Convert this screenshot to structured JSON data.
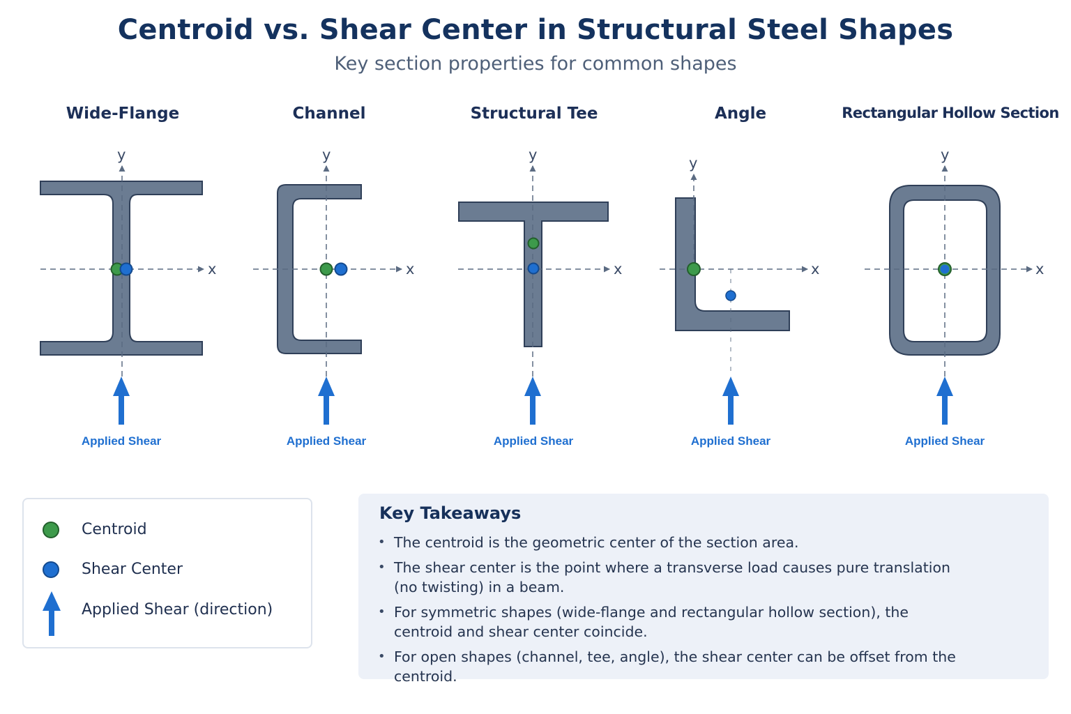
{
  "header": {
    "title": "Centroid vs. Shear Center in Structural Steel Shapes",
    "subtitle": "Key section properties for common shapes"
  },
  "axes": {
    "x_label": "x",
    "y_label": "y"
  },
  "shapes": [
    {
      "name": "Wide-Flange",
      "load_label": "Applied Shear"
    },
    {
      "name": "Channel",
      "load_label": "Applied Shear"
    },
    {
      "name": "Structural Tee",
      "load_label": "Applied Shear"
    },
    {
      "name": "Angle",
      "load_label": "Applied Shear"
    },
    {
      "name": "Rectangular Hollow Section",
      "load_label": "Applied Shear"
    }
  ],
  "legend": {
    "items": [
      {
        "label": "Centroid",
        "icon": "green-dot-icon"
      },
      {
        "label": "Shear Center",
        "icon": "blue-dot-icon"
      },
      {
        "label": "Applied Shear (direction)",
        "icon": "up-arrow-icon"
      }
    ]
  },
  "takeaways": {
    "title": "Key Takeaways",
    "items": [
      "The centroid is the geometric center of the section area.",
      "The shear center is the point where a transverse load causes pure translation (no twisting) in a beam.",
      "For symmetric shapes (wide-flange and rectangular hollow section), the centroid and shear center coincide.",
      "For open shapes (channel, tee, angle), the shear center can be offset from the centroid."
    ]
  },
  "colors": {
    "title": "#14325e",
    "steel_fill": "#6b7c92",
    "steel_stroke": "#2f3f58",
    "centroid": "#3d9a4b",
    "shear_center": "#1f6fd0",
    "arrow": "#1f6fd0",
    "axis": "#5b6b82",
    "panel_bg": "#edf1f8"
  }
}
